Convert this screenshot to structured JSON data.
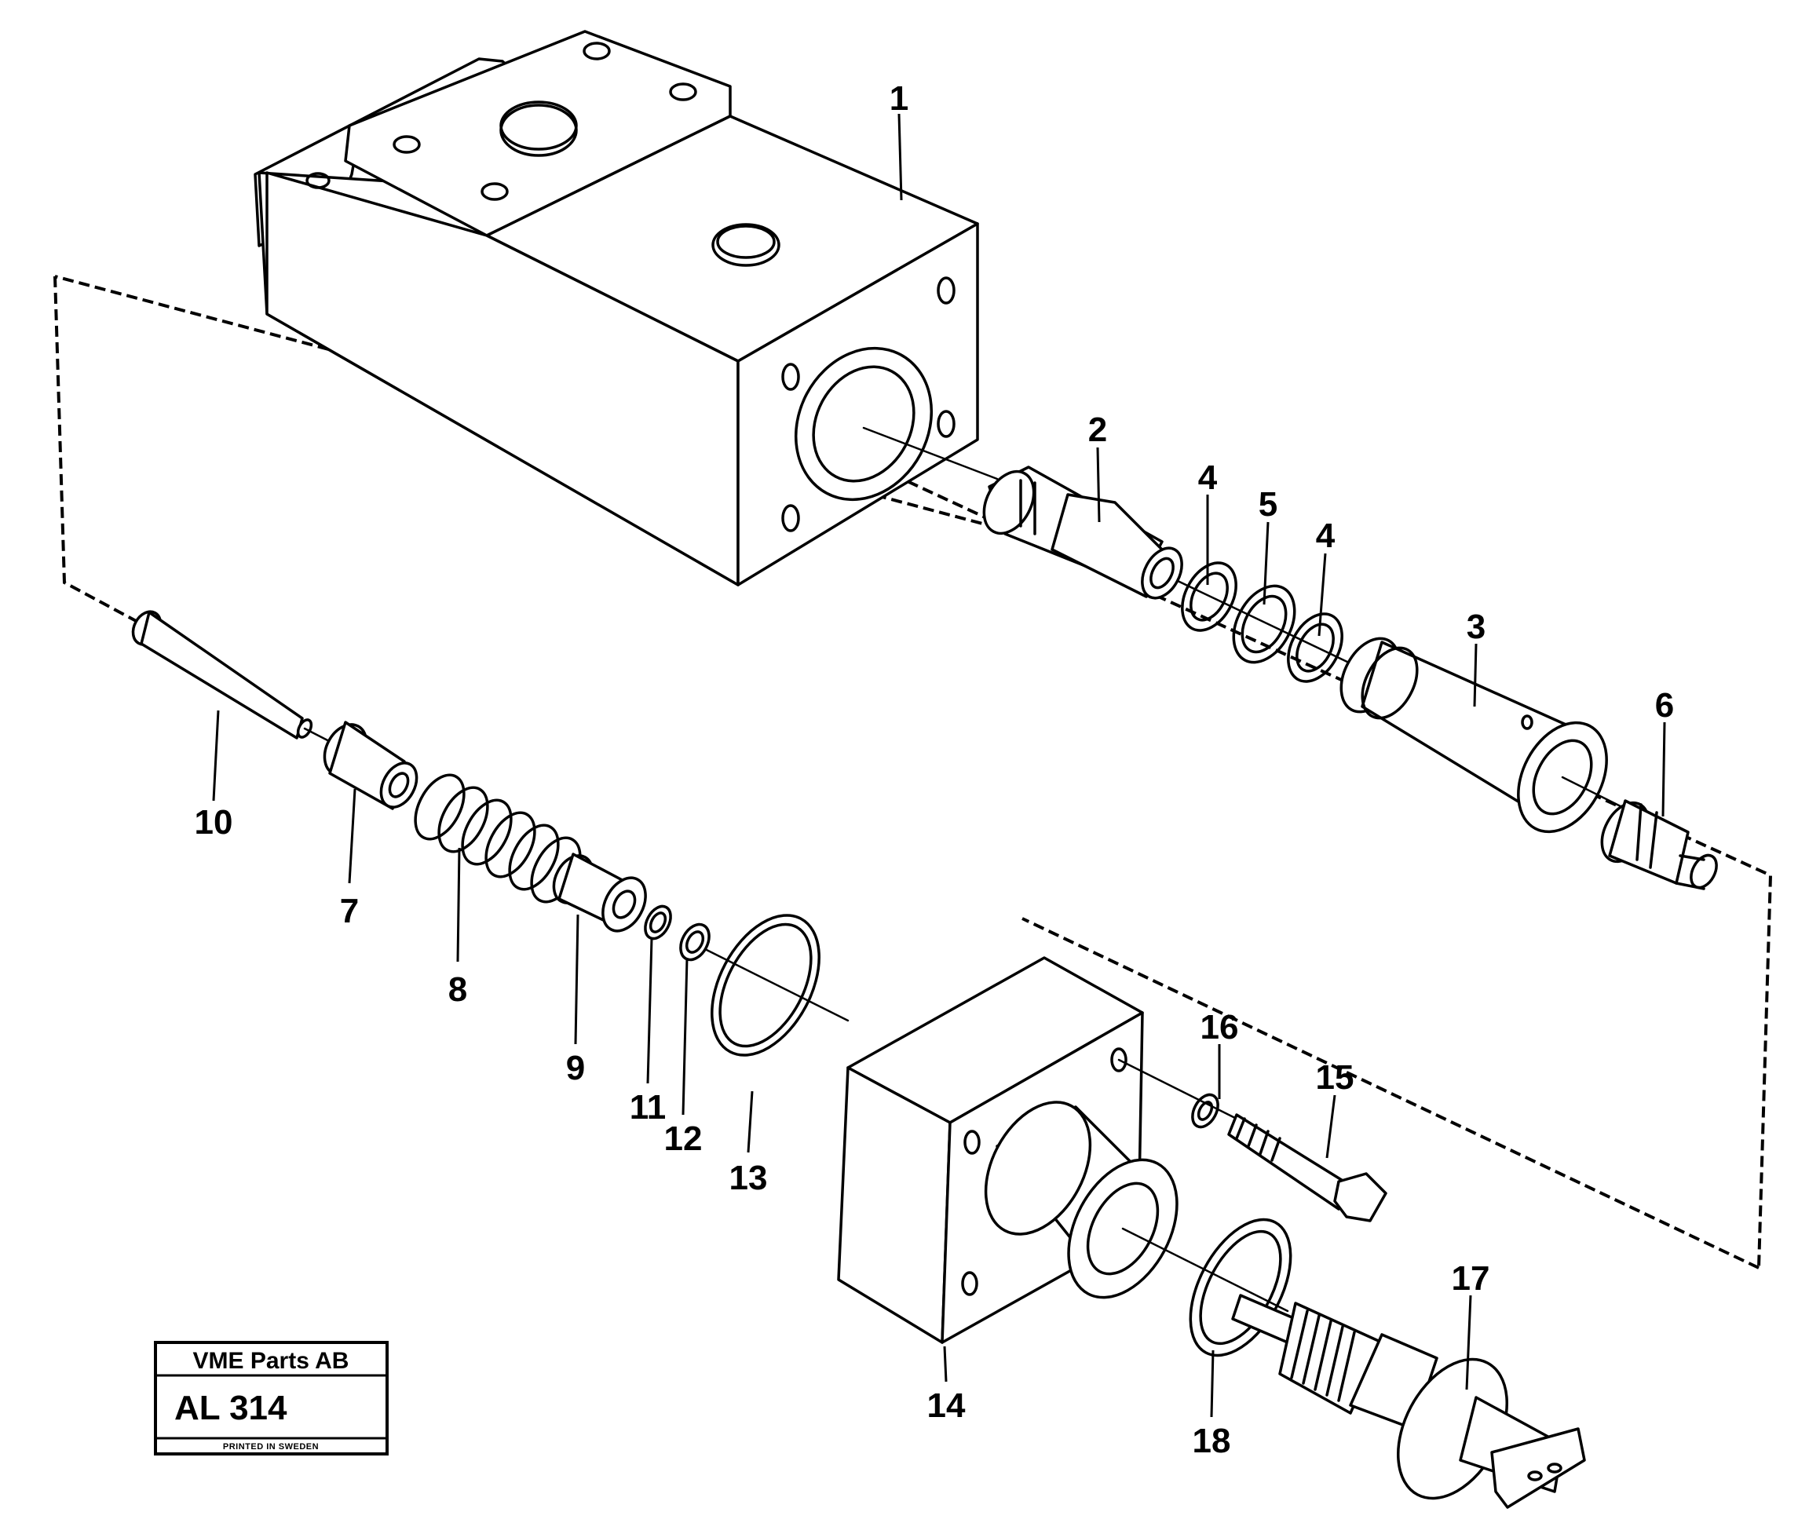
{
  "stamp": {
    "company": "VME Parts AB",
    "code": "AL 314",
    "printed": "PRINTED IN SWEDEN"
  },
  "callouts": [
    {
      "id": "1",
      "label": "1"
    },
    {
      "id": "2",
      "label": "2"
    },
    {
      "id": "3",
      "label": "3"
    },
    {
      "id": "4a",
      "label": "4"
    },
    {
      "id": "5",
      "label": "5"
    },
    {
      "id": "4b",
      "label": "4"
    },
    {
      "id": "6",
      "label": "6"
    },
    {
      "id": "7",
      "label": "7"
    },
    {
      "id": "8",
      "label": "8"
    },
    {
      "id": "9",
      "label": "9"
    },
    {
      "id": "10",
      "label": "10"
    },
    {
      "id": "11",
      "label": "11"
    },
    {
      "id": "12",
      "label": "12"
    },
    {
      "id": "13",
      "label": "13"
    },
    {
      "id": "14",
      "label": "14"
    },
    {
      "id": "15",
      "label": "15"
    },
    {
      "id": "16",
      "label": "16"
    },
    {
      "id": "17",
      "label": "17"
    },
    {
      "id": "18",
      "label": "18"
    }
  ]
}
